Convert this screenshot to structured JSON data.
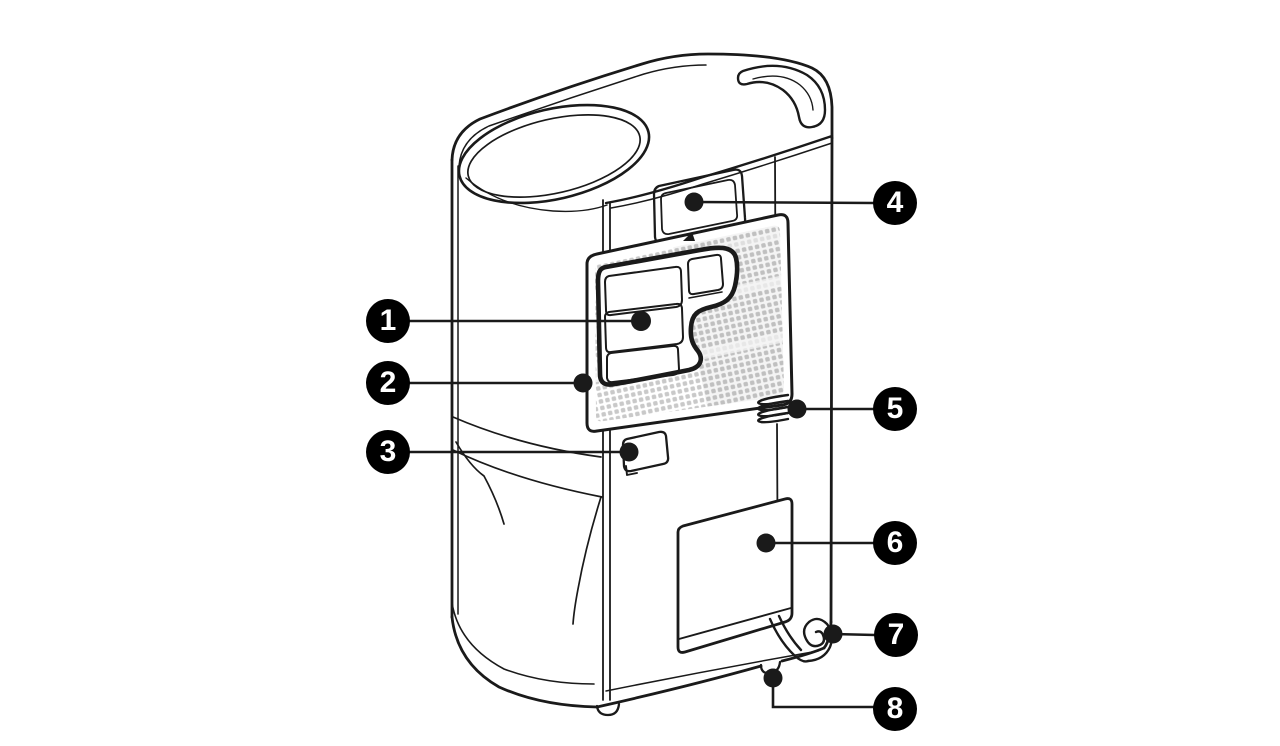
{
  "diagram": {
    "background": "#ffffff",
    "line_color": "#1a1a1a",
    "mesh_dot_color": "#c9c9c9",
    "callout_fill": "#000000",
    "callout_text_color": "#ffffff",
    "callouts": [
      {
        "label": "1",
        "target": "filter-assembly"
      },
      {
        "label": "2",
        "target": "mesh-grille-panel"
      },
      {
        "label": "3",
        "target": "latch-handle"
      },
      {
        "label": "4",
        "target": "display-window"
      },
      {
        "label": "5",
        "target": "cord-hook-coil"
      },
      {
        "label": "6",
        "target": "bottom-cover-panel"
      },
      {
        "label": "7",
        "target": "power-cord"
      },
      {
        "label": "8",
        "target": "caster-wheel"
      }
    ]
  }
}
